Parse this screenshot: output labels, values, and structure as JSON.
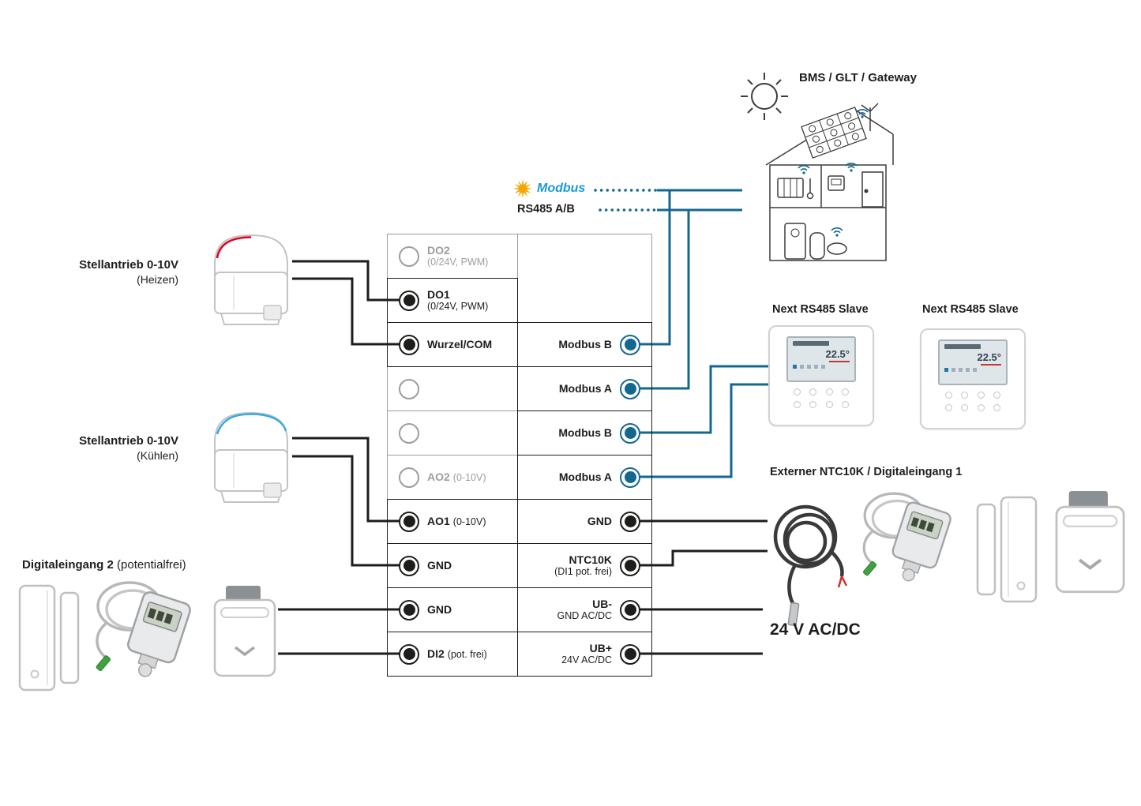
{
  "labels": {
    "bms": "BMS / GLT / Gateway",
    "modbus_logo": "Modbus",
    "rs485": "RS485 A/B",
    "heizen_title": "Stellantrieb 0-10V",
    "heizen_sub": "(Heizen)",
    "kuehlen_title": "Stellantrieb 0-10V",
    "kuehlen_sub": "(Kühlen)",
    "di2_title": "Digitaleingang 2",
    "di2_sub": "(potentialfrei)",
    "slave1": "Next RS485 Slave",
    "slave2": "Next RS485 Slave",
    "ntc_section": "Externer NTC10K / Digitaleingang 1",
    "power": "24 V AC/DC"
  },
  "slaves": {
    "display_temp": "22.5°"
  },
  "terminal": {
    "left": [
      {
        "name": "DO2",
        "sub": "(0/24V, PWM)"
      },
      {
        "name": "DO1",
        "sub": "(0/24V, PWM)"
      },
      {
        "name": "Wurzel/COM",
        "sub": ""
      },
      {
        "name": "",
        "sub": ""
      },
      {
        "name": "",
        "sub": ""
      },
      {
        "name": "AO2",
        "sub": "(0-10V)"
      },
      {
        "name": "AO1",
        "sub": "(0-10V)"
      },
      {
        "name": "GND",
        "sub": ""
      },
      {
        "name": "GND",
        "sub": ""
      },
      {
        "name": "DI2",
        "sub": "(pot. frei)"
      }
    ],
    "right": [
      {
        "name": "Modbus B",
        "sub": ""
      },
      {
        "name": "Modbus A",
        "sub": ""
      },
      {
        "name": "Modbus B",
        "sub": ""
      },
      {
        "name": "Modbus A",
        "sub": ""
      },
      {
        "name": "GND",
        "sub": ""
      },
      {
        "name": "NTC10K",
        "sub": "(DI1 pot. frei)"
      },
      {
        "name": "UB-",
        "sub": "GND AC/DC"
      },
      {
        "name": "UB+",
        "sub": "24V AC/DC"
      }
    ]
  },
  "colors": {
    "wire_black": "#1d1d1b",
    "modbus_blue": "#14688f",
    "inactive_gray": "#9d9d9c",
    "logo_yellow": "#f7a600",
    "logo_blue": "#1a9ad7"
  }
}
